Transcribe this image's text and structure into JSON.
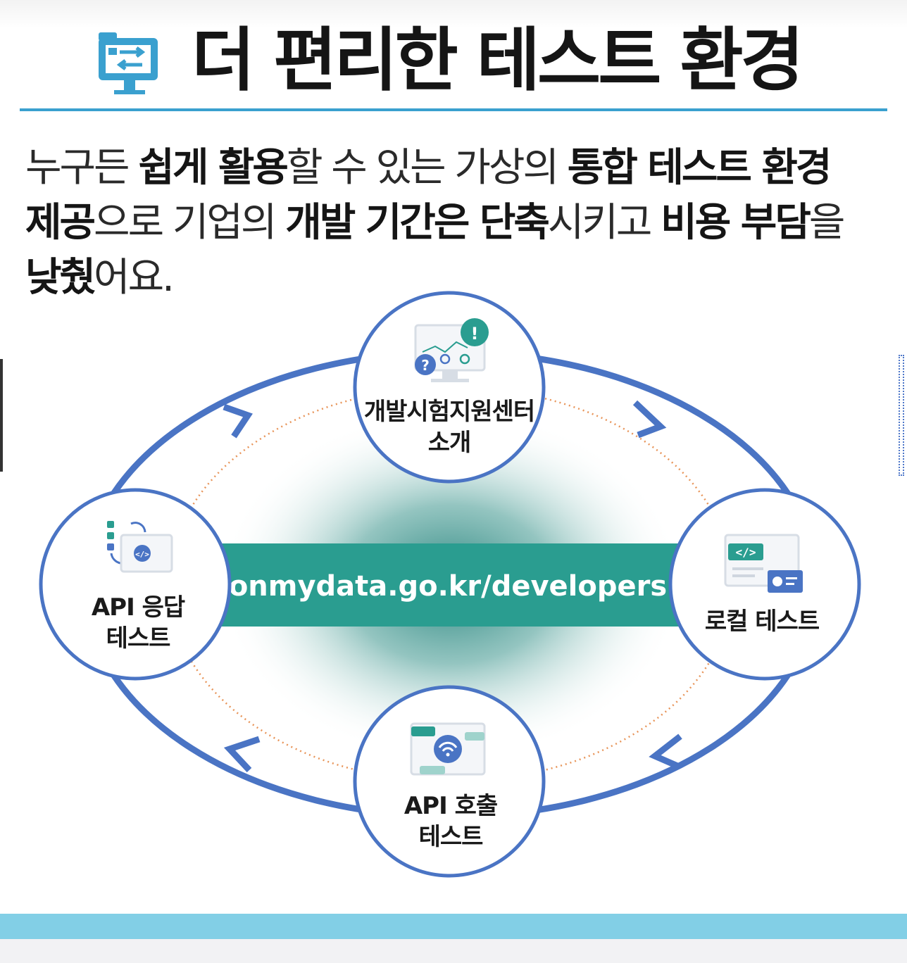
{
  "header": {
    "title": "더 편리한 테스트 환경",
    "icon": "monitor-transfer-icon"
  },
  "description": {
    "l1_a": "누구든 ",
    "l1_b": "쉽게 활용",
    "l1_c": "할 수 있는 가상의 ",
    "l1_d": "통합 테스트 환경",
    "l2_a": "제공",
    "l2_b": "으로 기업의 ",
    "l2_c": "개발 기간은 단축",
    "l2_d": "시키고 ",
    "l2_e": "비용 부담",
    "l2_f": "을",
    "l3_a": "낮췄",
    "l3_b": "어요."
  },
  "diagram": {
    "center_url": "onmydata.go.kr/developers",
    "nodes": {
      "top": {
        "line1": "개발시험지원센터",
        "line2": "소개",
        "icon": "monitor-alert-icon"
      },
      "right": {
        "line1": "로컬 테스트",
        "icon": "code-window-icon"
      },
      "bottom": {
        "line1": "API 호출",
        "line2": "테스트",
        "icon": "wifi-window-icon"
      },
      "left": {
        "line1": "API 응답",
        "line2": "테스트",
        "icon": "code-response-icon"
      }
    },
    "colors": {
      "ring": "#4a74c4",
      "dotted": "#e8955a",
      "band": "#2a9d90",
      "band_text": "#ffffff",
      "glow": "#1f7f78",
      "title_rule": "#3aa0cf",
      "footer": "#82cfe6"
    }
  }
}
